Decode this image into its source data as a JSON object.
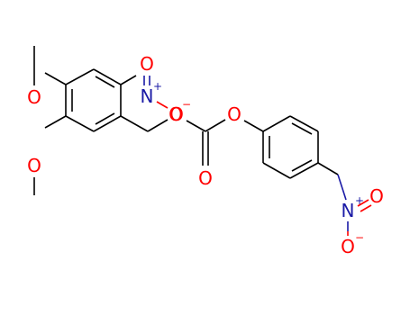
{
  "molecule": {
    "colors": {
      "carbon_bond": "#000000",
      "oxygen": "#ff0000",
      "nitrogen": "#1a1aa6"
    },
    "atoms": {
      "o_methoxy_top": "O",
      "o_methoxy_bottom": "O",
      "n_nitro_left": "N",
      "n_nitro_left_charge": "+",
      "o_nitro_left_double": "O",
      "o_nitro_left_single": "O",
      "o_nitro_left_single_charge": "−",
      "o_carbonate_left": "O",
      "o_carbonate_right": "O",
      "o_carbonyl": "O",
      "n_nitro_right": "N",
      "n_nitro_right_charge": "+",
      "o_nitro_right_double": "O",
      "o_nitro_right_single": "O",
      "o_nitro_right_single_charge": "−"
    }
  }
}
